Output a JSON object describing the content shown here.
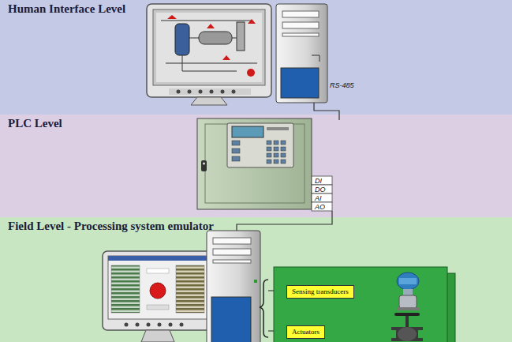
{
  "diagram": {
    "nodes": [
      {
        "text": [
          "Human Interface Level"
        ]
      },
      {
        "text": [
          "PLC Level"
        ]
      },
      {
        "text": [
          "Field Level - Processing system emulator"
        ]
      },
      {
        "text": [
          "Sensing transducers"
        ],
        "in": 2
      },
      {
        "text": [
          "Actuators"
        ],
        "in": 2
      }
    ],
    "labels": [
      "RS-485",
      "DI",
      "DO",
      "AI",
      "AO"
    ]
  }
}
